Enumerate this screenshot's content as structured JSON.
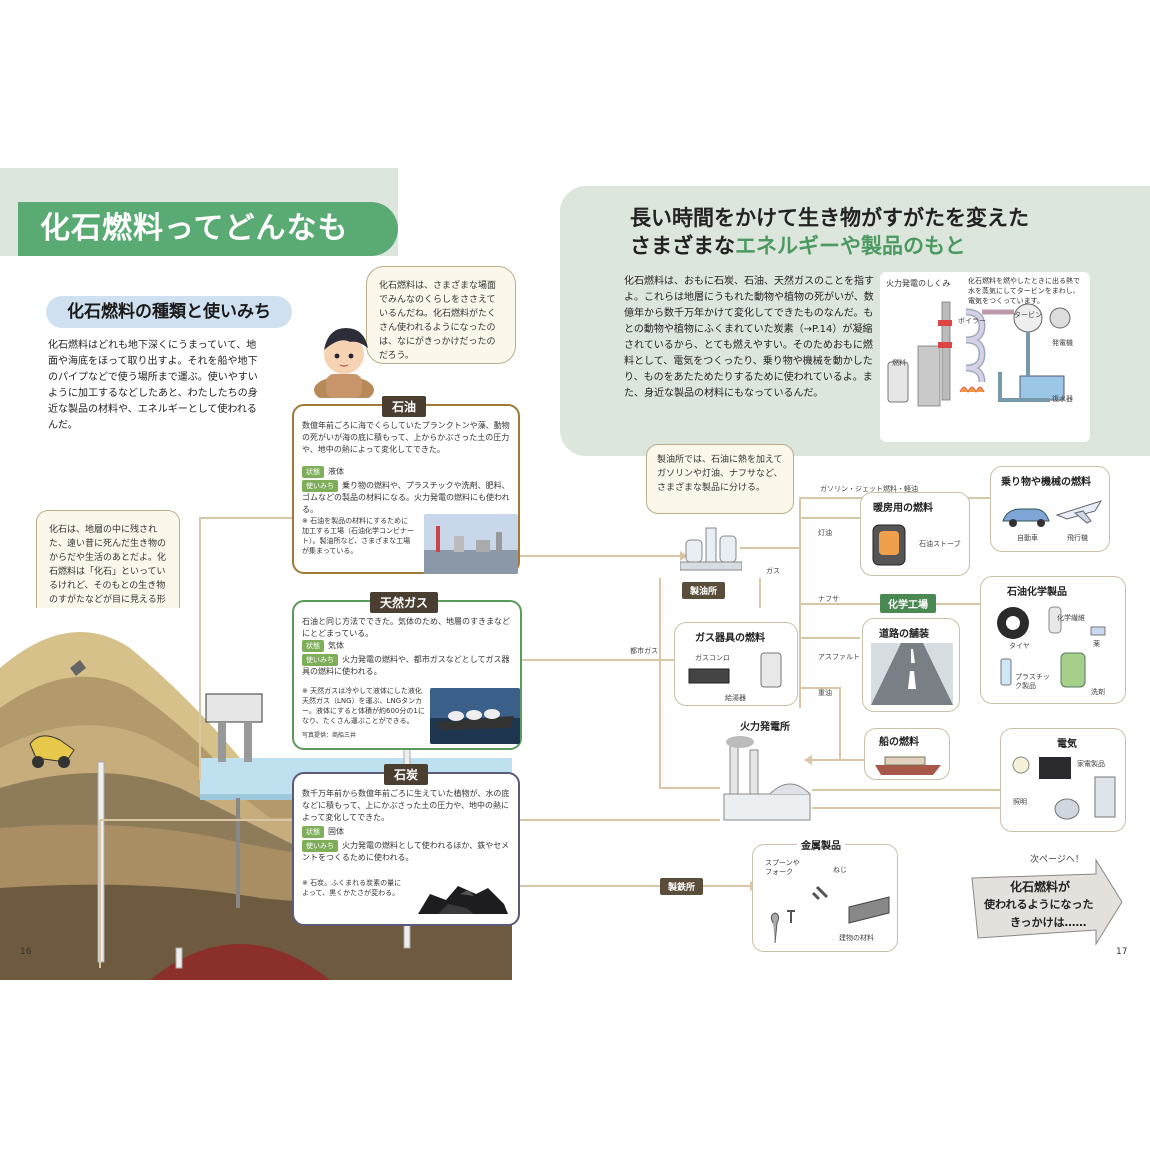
{
  "left": {
    "title": "化石燃料ってどんなもの？",
    "subtitle": "化石燃料の種類と使いみち",
    "intro": "化石燃料はどれも地下深くにうまっていて、地面や海底をほって取り出すよ。それを船や地下のパイプなどで使う場所まで運ぶ。使いやすいように加工するなどしたあと、わたしたちの身近な製品の材料や、エネルギーとして使われるんだ。",
    "bubble_top": "化石燃料は、さまざまな場面でみんなのくらしをささえているんだね。化石燃料がたくさん使われるようになったのは、なにがきっかけだったのだろう。",
    "bubble_left": "化石は、地層の中に残された、遠い昔に死んだ生き物のからだや生活のあとだよ。化石燃料は「化石」といっているけれど、そのもとの生き物のすがたなどが目に見える形で残っているわけではないよ。",
    "page_number": "16"
  },
  "boxes": {
    "oil": {
      "tag": "石油",
      "text": "数億年前ごろに海でくらしていたプランクトンや藻、動物の死がいが海の底に積もって、上からかぶさった土の圧力や、地中の熱によって変化してできた。",
      "state_label": "状態",
      "state": "液体",
      "use_label": "使いみち",
      "use": "乗り物の燃料や、プラスチックや洗剤、肥料、ゴムなどの製品の材料になる。火力発電の燃料にも使われる。",
      "note": "※ 石油を製品の材料にするために加工する工場（石油化学コンビナート）。製油所など、さまざまな工場が集まっている。"
    },
    "gas": {
      "tag": "天然ガス",
      "text": "石油と同じ方法でできた。気体のため、地層のすきまなどにとどまっている。",
      "state_label": "状態",
      "state": "気体",
      "use_label": "使いみち",
      "use": "火力発電の燃料や、都市ガスなどとしてガス器具の燃料に使われる。",
      "note": "※ 天然ガスは冷やして液体にした液化天然ガス（LNG）を運ぶ、LNGタンカー。液体にすると体積が約600分の1になり、たくさん運ぶことができる。",
      "credit": "写真提供：商船三井"
    },
    "coal": {
      "tag": "石炭",
      "text": "数千万年前から数億年前ごろに生えていた植物が、水の底などに積もって、上にかぶさった土の圧力や、地中の熱によって変化してできた。",
      "state_label": "状態",
      "state": "固体",
      "use_label": "使いみち",
      "use": "火力発電の燃料として使われるほか、鉄やセメントをつくるために使われる。",
      "note": "※ 石炭。ふくまれる炭素の量によって、黒くかたさが変わる。"
    }
  },
  "right": {
    "title_line1": "長い時間をかけて生き物がすがたを変えた",
    "title_line2_plain": "さまざまな",
    "title_line2_green": "エネルギーや製品のもと",
    "body": "化石燃料は、おもに石炭、石油、天然ガスのことを指すよ。これらは地層にうもれた動物や植物の死がいが、数億年から数千万年かけて変化してできたものなんだ。もとの動物や植物にふくまれていた炭素（→P.14）が凝縮されているから、とても燃えやすい。そのためおもに燃料として、電気をつくったり、乗り物や機械を動かしたり、ものをあたためたりするために使われているよ。また、身近な製品の材料にもなっているんだ。",
    "diagram_title": "火力発電のしくみ",
    "diagram_caption": "化石燃料を燃やしたときに出る熱で水を蒸気にしてタービンをまわし、電気をつくっています。",
    "diagram_labels": [
      "ボイラー",
      "タービン",
      "発電機",
      "燃料",
      "復水器"
    ],
    "bubble": "製油所では、石油に熱を加えてガソリンや灯油、ナフサなど、さまざまな製品に分ける。",
    "page_number": "17"
  },
  "flow": {
    "refinery": "製油所",
    "steelworks": "製鉄所",
    "chemical_plant": "化学工場",
    "power_plant": "火力発電所",
    "edge_gasoline": "ガソリン・ジェット燃料・軽油",
    "edge_kerosene": "灯油",
    "edge_gas": "ガス",
    "edge_naphtha": "ナフサ",
    "edge_asphalt": "アスファルト",
    "edge_heavy": "重油",
    "edge_city_gas": "都市ガス",
    "vehicles": {
      "title": "乗り物や機械の燃料",
      "items": [
        "自動車",
        "飛行機"
      ]
    },
    "heating": {
      "title": "暖房用の燃料",
      "items": [
        "石油ストーブ"
      ]
    },
    "petrochem": {
      "title": "石油化学製品",
      "items": [
        "化学繊維",
        "タイヤ",
        "薬",
        "プラスチック製品",
        "洗剤"
      ]
    },
    "road": {
      "title": "道路の舗装"
    },
    "ship": {
      "title": "船の燃料"
    },
    "gas_appliance": {
      "title": "ガス器具の燃料",
      "items": [
        "ガスコンロ",
        "給湯器"
      ]
    },
    "electricity": {
      "title": "電気",
      "items": [
        "家電製品",
        "照明"
      ]
    },
    "metal": {
      "title": "金属製品",
      "items": [
        "スプーンやフォーク",
        "ねじ",
        "建物の材料"
      ]
    }
  },
  "next": {
    "label": "次ページへ！",
    "line1": "化石燃料が",
    "line2": "使われるようになった",
    "line3": "きっかけは……"
  }
}
